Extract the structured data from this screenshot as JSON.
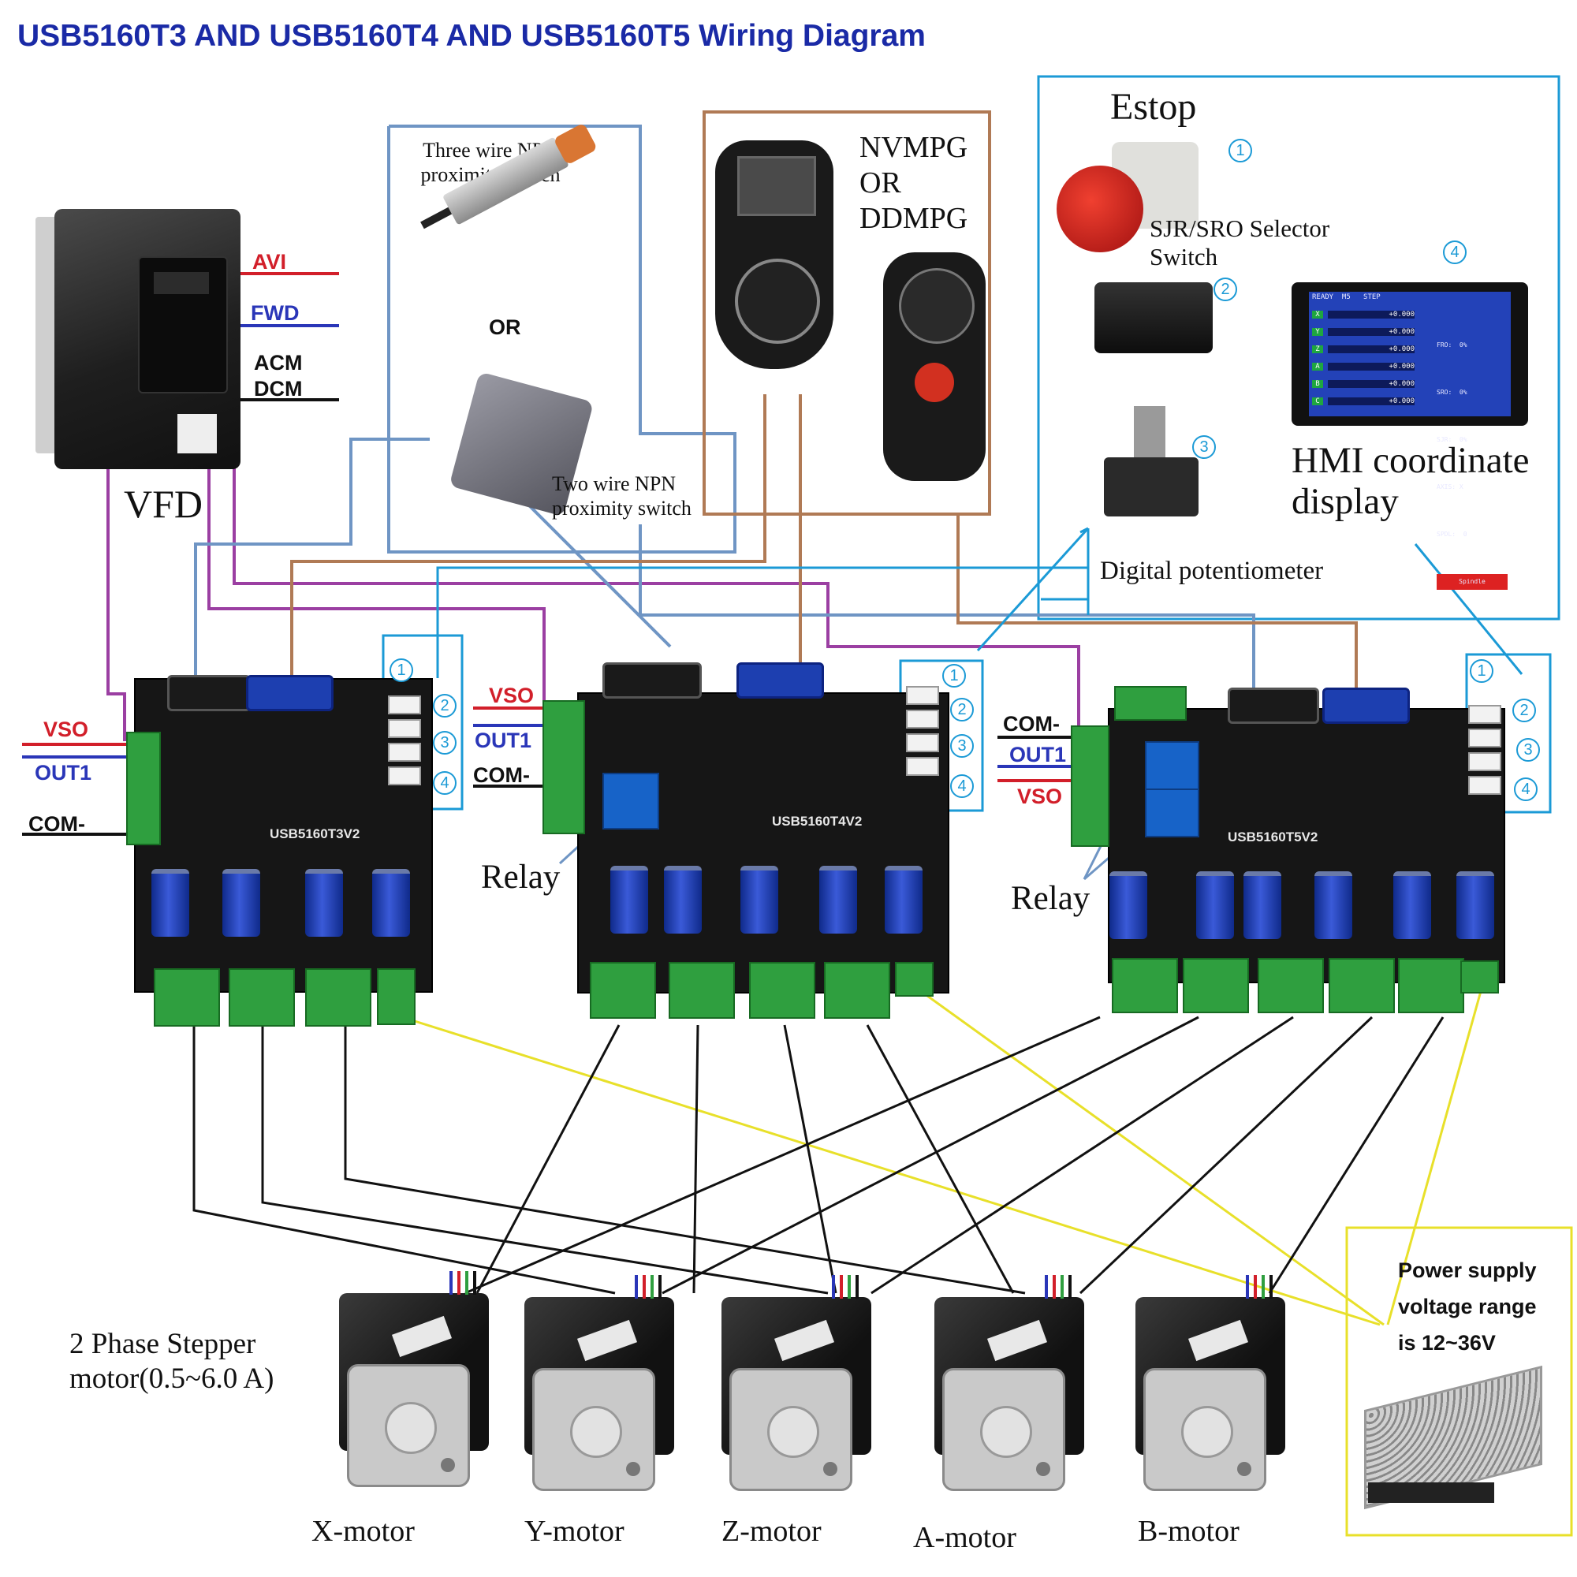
{
  "title": "USB5160T3 AND  USB5160T4 AND USB5160T5 Wiring Diagram",
  "vfd": {
    "label": "VFD",
    "terminals": {
      "avi": "AVI",
      "fwd": "FWD",
      "acm": "ACM",
      "dcm": "DCM"
    }
  },
  "sensors": {
    "three_wire": "Three wire NPN proximity switch",
    "or": "OR",
    "two_wire": "Two wire NPN proximity switch"
  },
  "mpg": {
    "line1": "NVMPG",
    "line2": "OR",
    "line3": "DDMPG"
  },
  "accessories": {
    "estop": "Estop",
    "selector": "SJR/SRO Selector Switch",
    "potentiometer": "Digital potentiometer",
    "hmi": "HMI coordinate display",
    "markers": [
      "1",
      "2",
      "3",
      "4"
    ]
  },
  "hmi_screen": {
    "header_left": "READY  M5   STEP",
    "axes": [
      "X",
      "Y",
      "Z",
      "A",
      "B",
      "C"
    ],
    "values": [
      "+0.000",
      "+0.000",
      "+0.000",
      "+0.000",
      "+0.000",
      "+0.000"
    ],
    "right": [
      "FRO:  0%",
      "SRO:  0%",
      "SJR:  0%",
      "AXIS: X",
      "SPDL:  0",
      "Spindle"
    ]
  },
  "boards": [
    {
      "name": "USB5160T3V2",
      "labels": {
        "vso": "VSO",
        "out1": "OUT1",
        "com": "COM-"
      }
    },
    {
      "name": "USB5160T4V2",
      "labels": {
        "vso": "VSO",
        "out1": "OUT1",
        "com": "COM-"
      },
      "relay": "Relay"
    },
    {
      "name": "USB5160T5V2",
      "labels": {
        "vso": "VSO",
        "out1": "OUT1",
        "com": "COM-"
      },
      "relay": "Relay"
    }
  ],
  "motors": {
    "caption": "2 Phase Stepper motor(0.5~6.0 A)",
    "names": [
      "X-motor",
      "Y-motor",
      "Z-motor",
      "A-motor",
      "B-motor"
    ]
  },
  "power_supply": "Power supply voltage range is 12~36V",
  "colors": {
    "title": "#1a2aa6",
    "vso": "#d21f2a",
    "out1": "#2a36b8",
    "sensor_wire": "#6f95c4",
    "mpg_wire": "#b07a55",
    "vfd_wire": "#9b3fa2",
    "accessory_wire": "#1b9ad6",
    "power_wire": "#e8e02a",
    "motor_wire": "#111111"
  }
}
